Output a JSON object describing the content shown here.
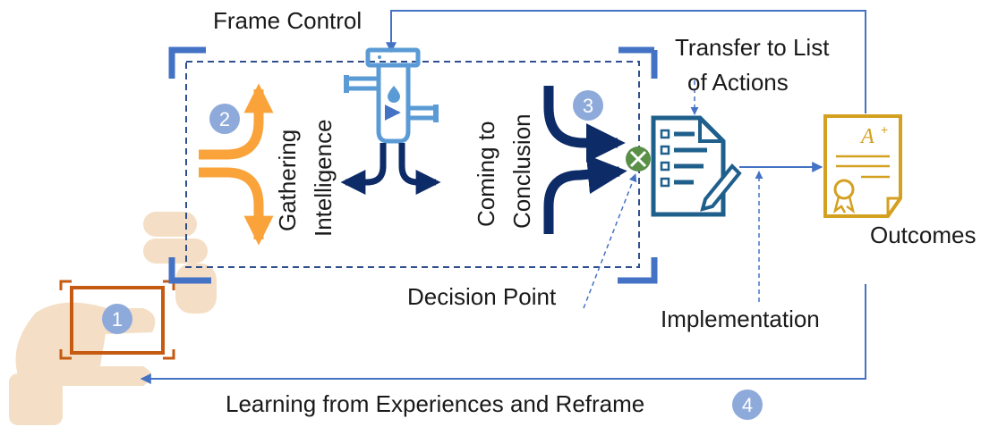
{
  "labels": {
    "frame_control": "Frame Control",
    "transfer_line1": "Transfer to List",
    "transfer_line2": "of Actions",
    "gathering_line1": "Gathering",
    "gathering_line2": "Intelligence",
    "coming_line1": "Coming to",
    "coming_line2": "Conclusion",
    "decision_point": "Decision Point",
    "implementation": "Implementation",
    "outcomes": "Outcomes",
    "learning": "Learning from Experiences and Reframe"
  },
  "steps": [
    "1",
    "2",
    "3",
    "4"
  ],
  "colors": {
    "line_blue": "#4472c4",
    "corner_blue": "#4a72c4",
    "badge": "#8eaadb",
    "orange": "#f9a33a",
    "navy": "#0d2b66",
    "filter": "#5b9bd5",
    "doc": "#1f5f8b",
    "cert": "#d4a020",
    "decision_green": "#5a8f48",
    "frame_orange": "#c55a11",
    "hand": "#f4dfc6"
  },
  "icons": [
    "hand-icon",
    "water-filter-icon",
    "checklist-document-icon",
    "certificate-icon",
    "decision-point-icon"
  ]
}
